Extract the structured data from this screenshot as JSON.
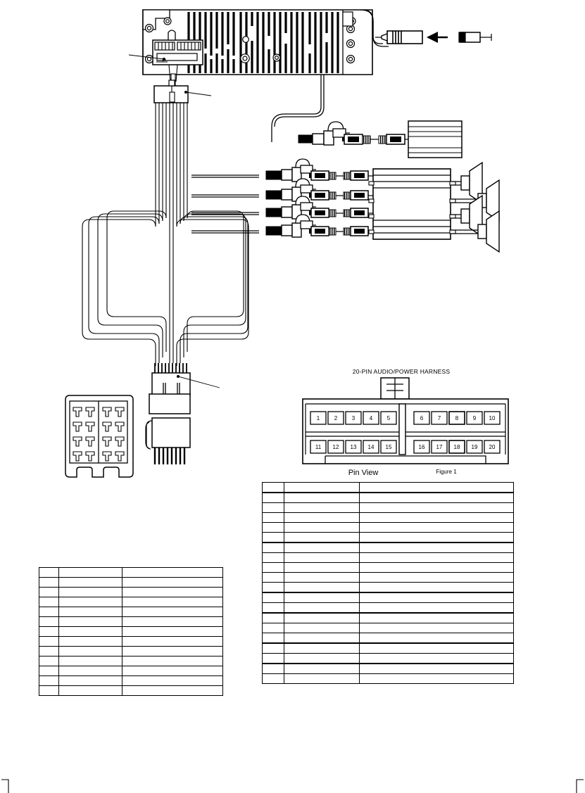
{
  "document": {
    "type": "car-stereo-wiring-installation-diagram",
    "figure_label": "Figure 1",
    "pin_view_label": "Pin View",
    "harness_title": "20-PIN  AUDIO/POWER HARNESS"
  },
  "colors": {
    "line": "#000000",
    "fill": "#ffffff",
    "paper": "#ffffff"
  },
  "connector_pinout": {
    "title": "20-PIN  AUDIO/POWER HARNESS",
    "caption": "Pin View",
    "figure": "Figure 1",
    "row_top_left": [
      "1",
      "2",
      "3",
      "4",
      "5"
    ],
    "row_top_right": [
      "6",
      "7",
      "8",
      "9",
      "10"
    ],
    "row_bottom_left": [
      "11",
      "12",
      "13",
      "14",
      "15"
    ],
    "row_bottom_right": [
      "16",
      "17",
      "18",
      "19",
      "20"
    ]
  },
  "table_left": {
    "columns": [
      "",
      "",
      ""
    ],
    "rows": [
      {
        "pin": "",
        "color": "",
        "function": "",
        "group_start": false
      },
      {
        "pin": "",
        "color": "",
        "function": "",
        "group_start": false
      },
      {
        "pin": "",
        "color": "",
        "function": "",
        "group_start": false
      },
      {
        "pin": "",
        "color": "",
        "function": "",
        "group_start": false
      },
      {
        "pin": "",
        "color": "",
        "function": "",
        "group_start": false
      },
      {
        "pin": "",
        "color": "",
        "function": "",
        "group_start": false
      },
      {
        "pin": "",
        "color": "",
        "function": "",
        "group_start": false
      },
      {
        "pin": "",
        "color": "",
        "function": "",
        "group_start": false
      },
      {
        "pin": "",
        "color": "",
        "function": "",
        "group_start": false
      },
      {
        "pin": "",
        "color": "",
        "function": "",
        "group_start": false
      },
      {
        "pin": "",
        "color": "",
        "function": "",
        "group_start": false
      },
      {
        "pin": "",
        "color": "",
        "function": "",
        "group_start": false
      },
      {
        "pin": "",
        "color": "",
        "function": "",
        "group_start": false
      }
    ]
  },
  "table_right": {
    "columns": [
      "",
      "",
      ""
    ],
    "rows": [
      {
        "pin": "",
        "color": "",
        "function": "",
        "group_start": false
      },
      {
        "pin": "",
        "color": "",
        "function": "",
        "group_start": true
      },
      {
        "pin": "",
        "color": "",
        "function": "",
        "group_start": false
      },
      {
        "pin": "",
        "color": "",
        "function": "",
        "group_start": false
      },
      {
        "pin": "",
        "color": "",
        "function": "",
        "group_start": false
      },
      {
        "pin": "",
        "color": "",
        "function": "",
        "group_start": false
      },
      {
        "pin": "",
        "color": "",
        "function": "",
        "group_start": true
      },
      {
        "pin": "",
        "color": "",
        "function": "",
        "group_start": false
      },
      {
        "pin": "",
        "color": "",
        "function": "",
        "group_start": false
      },
      {
        "pin": "",
        "color": "",
        "function": "",
        "group_start": false
      },
      {
        "pin": "",
        "color": "",
        "function": "",
        "group_start": false
      },
      {
        "pin": "",
        "color": "",
        "function": "",
        "group_start": true
      },
      {
        "pin": "",
        "color": "",
        "function": "",
        "group_start": false
      },
      {
        "pin": "",
        "color": "",
        "function": "",
        "group_start": true
      },
      {
        "pin": "",
        "color": "",
        "function": "",
        "group_start": false
      },
      {
        "pin": "",
        "color": "",
        "function": "",
        "group_start": false
      },
      {
        "pin": "",
        "color": "",
        "function": "",
        "group_start": true
      },
      {
        "pin": "",
        "color": "",
        "function": "",
        "group_start": false
      },
      {
        "pin": "",
        "color": "",
        "function": "",
        "group_start": true
      },
      {
        "pin": "",
        "color": "",
        "function": "",
        "group_start": false
      }
    ]
  },
  "components": {
    "head_unit": "head-unit-chassis",
    "antenna_plug": "antenna-plug",
    "antenna_jack": "antenna-jack",
    "wire_harness": "wire-harness-bundle",
    "harness_connector": "harness-connector-plug",
    "vehicle_socket": "vehicle-socket-16pin",
    "rca_cables": "rca-cable-set",
    "amplifier": "external-amplifier",
    "speakers": "speaker-set",
    "isofm_adapter": "iso-adapter-block"
  }
}
